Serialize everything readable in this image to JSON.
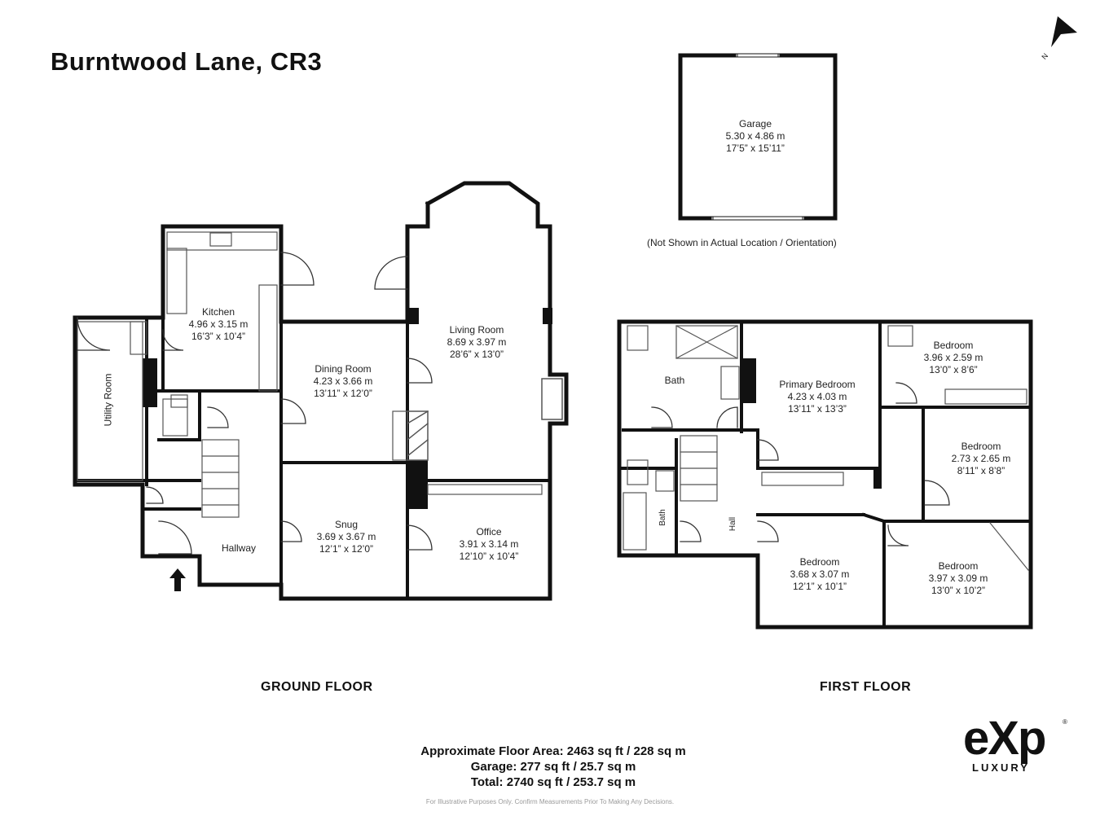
{
  "title": "Burntwood Lane, CR3",
  "rooms": {
    "garage": {
      "name": "Garage",
      "metric": "5.30 x 4.86 m",
      "imperial": "17’5” x 15’11”"
    },
    "kitchen": {
      "name": "Kitchen",
      "metric": "4.96 x 3.15 m",
      "imperial": "16’3” x 10’4”"
    },
    "living": {
      "name": "Living Room",
      "metric": "8.69 x 3.97 m",
      "imperial": "28’6” x 13’0”"
    },
    "dining": {
      "name": "Dining Room",
      "metric": "4.23 x 3.66 m",
      "imperial": "13’11” x 12’0”"
    },
    "utility": {
      "name": "Utility Room"
    },
    "snug": {
      "name": "Snug",
      "metric": "3.69 x 3.67 m",
      "imperial": "12’1” x 12’0”"
    },
    "office": {
      "name": "Office",
      "metric": "3.91 x 3.14 m",
      "imperial": "12’10” x 10’4”"
    },
    "hallway": {
      "name": "Hallway"
    },
    "bath1": {
      "name": "Bath"
    },
    "primary": {
      "name": "Primary Bedroom",
      "metric": "4.23 x 4.03 m",
      "imperial": "13’11” x 13’3”"
    },
    "bed1": {
      "name": "Bedroom",
      "metric": "3.96 x 2.59 m",
      "imperial": "13’0” x 8’6”"
    },
    "bed2": {
      "name": "Bedroom",
      "metric": "2.73 x 2.65 m",
      "imperial": "8’11” x 8’8”"
    },
    "bed3": {
      "name": "Bedroom",
      "metric": "3.68 x 3.07 m",
      "imperial": "12’1” x 10’1”"
    },
    "bed4": {
      "name": "Bedroom",
      "metric": "3.97 x 3.09 m",
      "imperial": "13’0” x 10’2”"
    },
    "bath2": {
      "name": "Bath"
    },
    "hall": {
      "name": "Hall"
    }
  },
  "garage_note": "(Not Shown in Actual Location / Orientation)",
  "floors": {
    "ground": "GROUND FLOOR",
    "first": "FIRST FLOOR"
  },
  "areas": {
    "approx": "Approximate Floor Area: 2463 sq ft / 228 sq m",
    "garage": "Garage: 277 sq ft / 25.7 sq m",
    "total": "Total: 2740 sq ft / 253.7 sq m"
  },
  "disclaimer": "For Illustrative Purposes Only. Confirm Measurements Prior To Making Any Decisions.",
  "logo": {
    "main": "eXp",
    "sub": "LUXURY",
    "reg": "®"
  },
  "compass": {
    "letter": "N"
  },
  "colors": {
    "wall": "#111111",
    "fixture": "#555555",
    "background": "#ffffff"
  }
}
